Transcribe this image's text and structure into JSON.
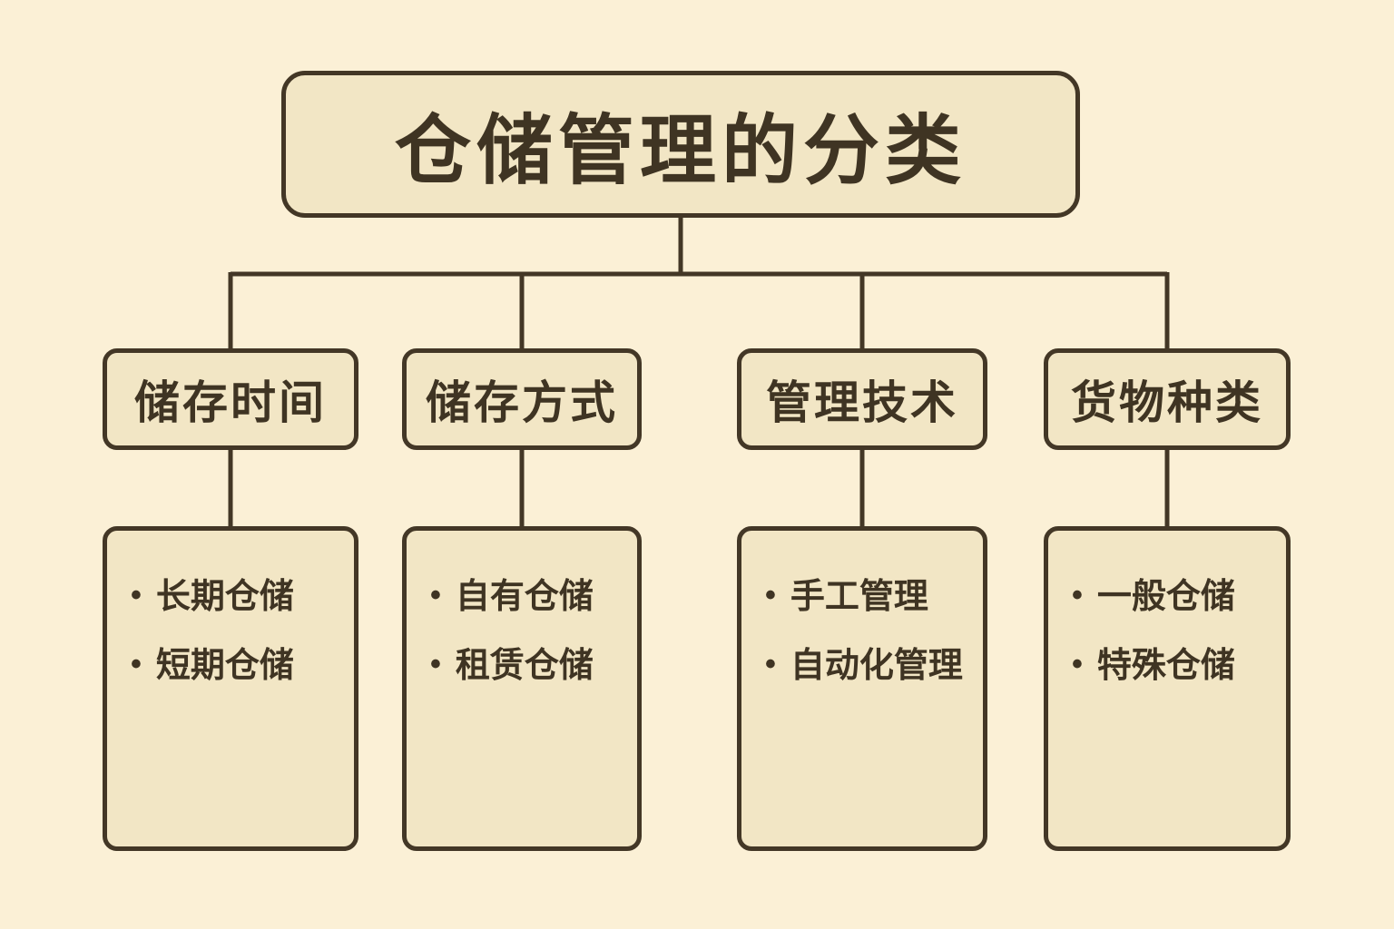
{
  "title": "仓储管理的分类",
  "branches": [
    {
      "label": "储存时间",
      "items": [
        "长期仓储",
        "短期仓储"
      ]
    },
    {
      "label": "储存方式",
      "items": [
        "自有仓储",
        "租赁仓储"
      ]
    },
    {
      "label": "管理技术",
      "items": [
        "手工管理",
        "自动化管理"
      ]
    },
    {
      "label": "货物种类",
      "items": [
        "一般仓储",
        "特殊仓储"
      ]
    }
  ],
  "bullet_glyph": "•",
  "colors": {
    "background": "#FBF0D6",
    "box_fill": "#F2E6C5",
    "line": "#433726",
    "text": "#3F3423"
  }
}
